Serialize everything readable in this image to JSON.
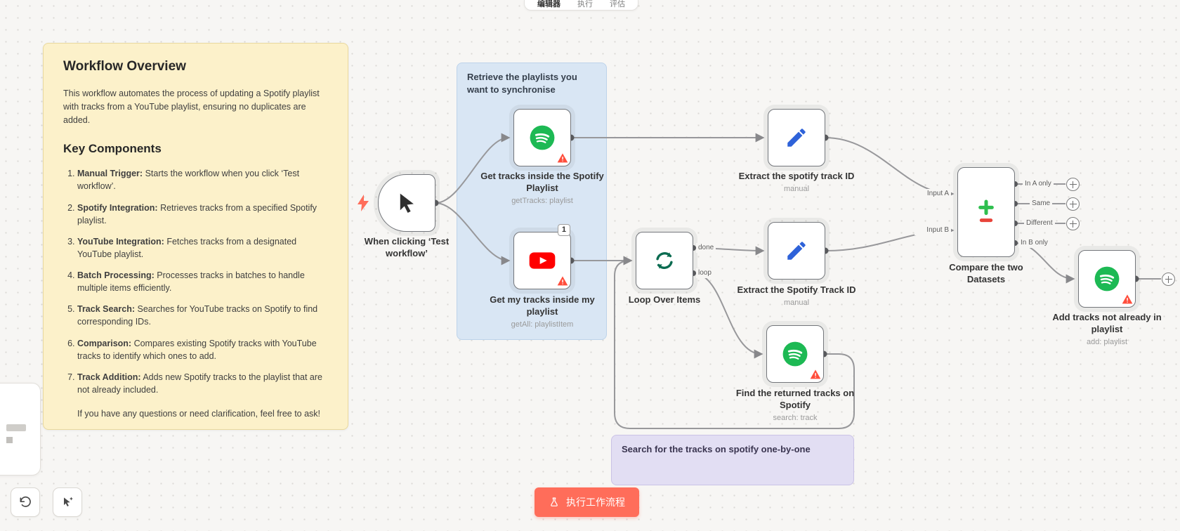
{
  "tab_bar": {
    "tabs": [
      {
        "label": "编辑器",
        "active": true
      },
      {
        "label": "执行",
        "active": false
      },
      {
        "label": "评估",
        "active": false
      }
    ]
  },
  "overview_note": {
    "title": "Workflow Overview",
    "intro": "This workflow automates the process of updating a Spotify playlist with tracks from a YouTube playlist, ensuring no duplicates are added.",
    "components_heading": "Key Components",
    "items": [
      {
        "label": "Manual Trigger:",
        "text": "Starts the workflow when you click ‘Test workflow’."
      },
      {
        "label": "Spotify Integration:",
        "text": "Retrieves tracks from a specified Spotify playlist."
      },
      {
        "label": "YouTube Integration:",
        "text": "Fetches tracks from a designated YouTube playlist."
      },
      {
        "label": "Batch Processing:",
        "text": "Processes tracks in batches to handle multiple items efficiently."
      },
      {
        "label": "Track Search:",
        "text": "Searches for YouTube tracks on Spotify to find corresponding IDs."
      },
      {
        "label": "Comparison:",
        "text": "Compares existing Spotify tracks with YouTube tracks to identify which ones to add."
      },
      {
        "label": "Track Addition:",
        "text": "Adds new Spotify tracks to the playlist that are not already included."
      }
    ],
    "outro": "If you have any questions or need clarification, feel free to ask!"
  },
  "sticky_notes": {
    "retrieve": "Retrieve the playlists you want to synchronise",
    "search": "Search for the tracks on spotify one-by-one"
  },
  "nodes": {
    "trigger": {
      "label": "When clicking ‘Test workflow’"
    },
    "spotify_get": {
      "label": "Get tracks inside the Spotify Playlist",
      "subtitle": "getTracks: playlist"
    },
    "youtube_get": {
      "label": "Get my tracks inside my playlist",
      "subtitle": "getAll: playlistItem",
      "badge": "1"
    },
    "extract_top": {
      "label": "Extract the spotify track ID",
      "subtitle": "manual"
    },
    "loop": {
      "label": "Loop Over Items",
      "outputs": [
        "done",
        "loop"
      ]
    },
    "extract_mid": {
      "label": "Extract the Spotify Track ID",
      "subtitle": "manual"
    },
    "find_tracks": {
      "label": "Find the returned tracks on Spotify",
      "subtitle": "search: track"
    },
    "compare": {
      "label": "Compare the two Datasets",
      "inputs": [
        "Input A",
        "Input B"
      ],
      "outputs": [
        "In A only",
        "Same",
        "Different",
        "In B only"
      ]
    },
    "add_tracks": {
      "label": "Add tracks not already in playlist",
      "subtitle": "add: playlist"
    }
  },
  "execute_button": {
    "label": "执行工作流程"
  },
  "colors": {
    "accent": "#ff6d5a",
    "spotify_green": "#1DB954",
    "youtube_red": "#FF0000",
    "edit_blue": "#2e62d9",
    "loop_green": "#0a6b50",
    "compare_plus": "#2fbf4f",
    "compare_minus": "#e8443a",
    "warning": "#ff4e3c",
    "sticky_yellow": "#fcf1ca",
    "sticky_blue": "#d9e6f4",
    "sticky_purple": "#e2def3"
  }
}
